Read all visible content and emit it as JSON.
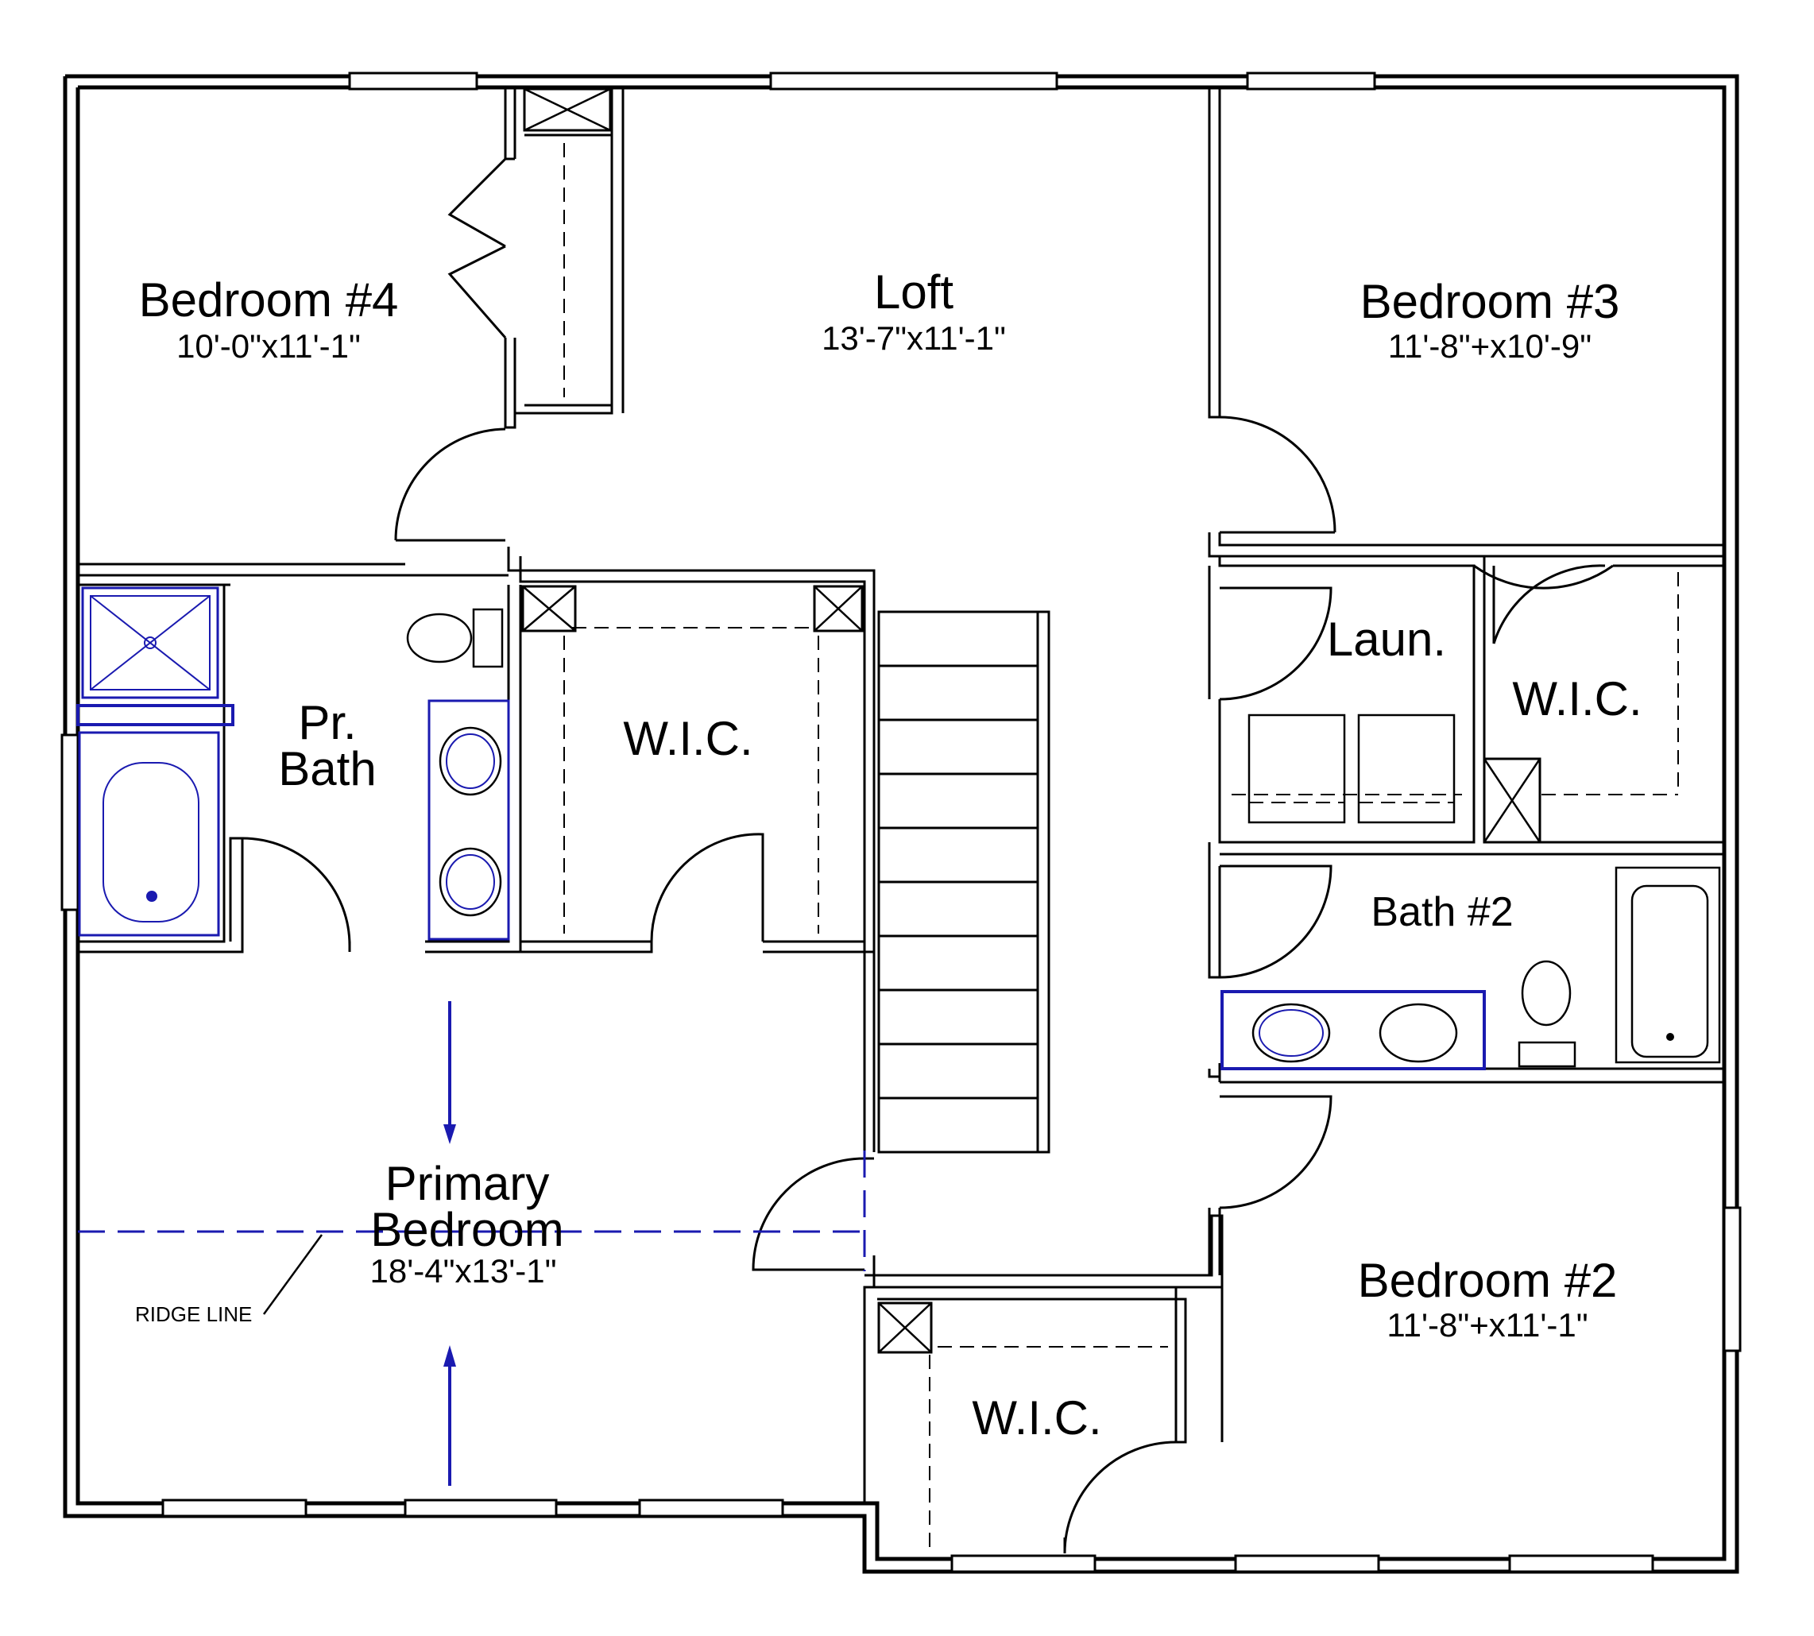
{
  "rooms": {
    "bedroom4": {
      "name": "Bedroom #4",
      "dim": "10'-0\"x11'-1\""
    },
    "loft": {
      "name": "Loft",
      "dim": "13'-7\"x11'-1\""
    },
    "bedroom3": {
      "name": "Bedroom #3",
      "dim": "11'-8\"+x10'-9\""
    },
    "pr_bath": {
      "line1": "Pr.",
      "line2": "Bath"
    },
    "wic_primary": {
      "name": "W.I.C."
    },
    "laundry": {
      "name": "Laun."
    },
    "wic_bed3": {
      "name": "W.I.C."
    },
    "bath2": {
      "name": "Bath #2"
    },
    "primary": {
      "line1": "Primary",
      "line2": "Bedroom",
      "dim": "18'-4\"x13'-1\""
    },
    "bedroom2": {
      "name": "Bedroom #2",
      "dim": "11'-8\"+x11'-1\""
    },
    "wic_bed2": {
      "name": "W.I.C."
    }
  },
  "annotations": {
    "ridge_line": "RIDGE LINE"
  },
  "colors": {
    "wall": "#000000",
    "fixture_accent": "#1a1ab0",
    "background": "#ffffff"
  }
}
